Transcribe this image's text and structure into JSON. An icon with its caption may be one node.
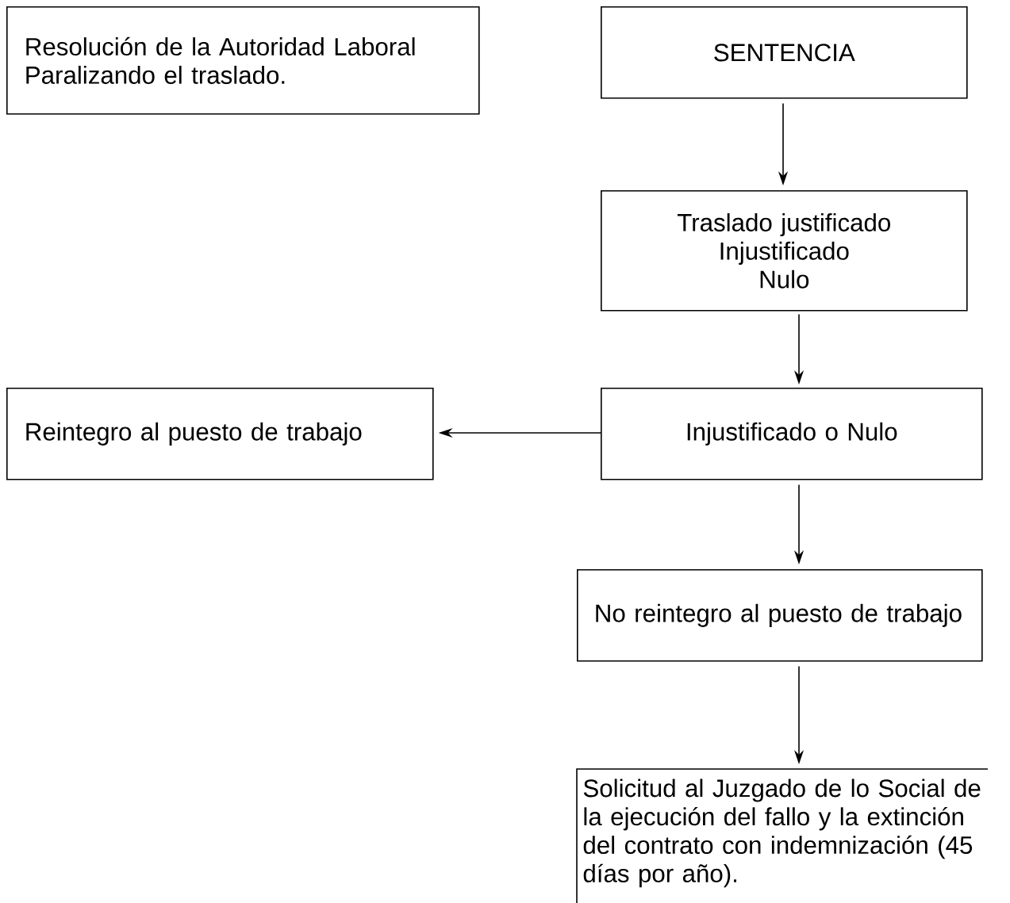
{
  "diagram": {
    "nodes": [
      {
        "text": [
          "Resolución de la Autoridad Laboral Paralizando el traslado."
        ]
      },
      {
        "text": [
          "SENTENCIA"
        ]
      },
      {
        "text": [
          "Traslado justificado",
          "Injustificado",
          "Nulo"
        ]
      },
      {
        "text": [
          "Reintegro al puesto de trabajo"
        ]
      },
      {
        "text": [
          "Injustificado o Nulo"
        ]
      },
      {
        "text": [
          "No reintegro al puesto de trabajo"
        ]
      },
      {
        "text": [
          "Solicitud al Juzgado de lo Social de la ejecución del fallo y la extinción del contrato con indemnización (45 días por año)."
        ]
      }
    ],
    "edges": [
      {
        "from": 1,
        "to": 2,
        "arrow": "to"
      },
      {
        "from": 2,
        "to": 4,
        "arrow": "to"
      },
      {
        "from": 4,
        "to": 3,
        "arrow": "to"
      },
      {
        "from": 4,
        "to": 5,
        "arrow": "to"
      },
      {
        "from": 5,
        "to": 6,
        "arrow": "to"
      }
    ]
  }
}
